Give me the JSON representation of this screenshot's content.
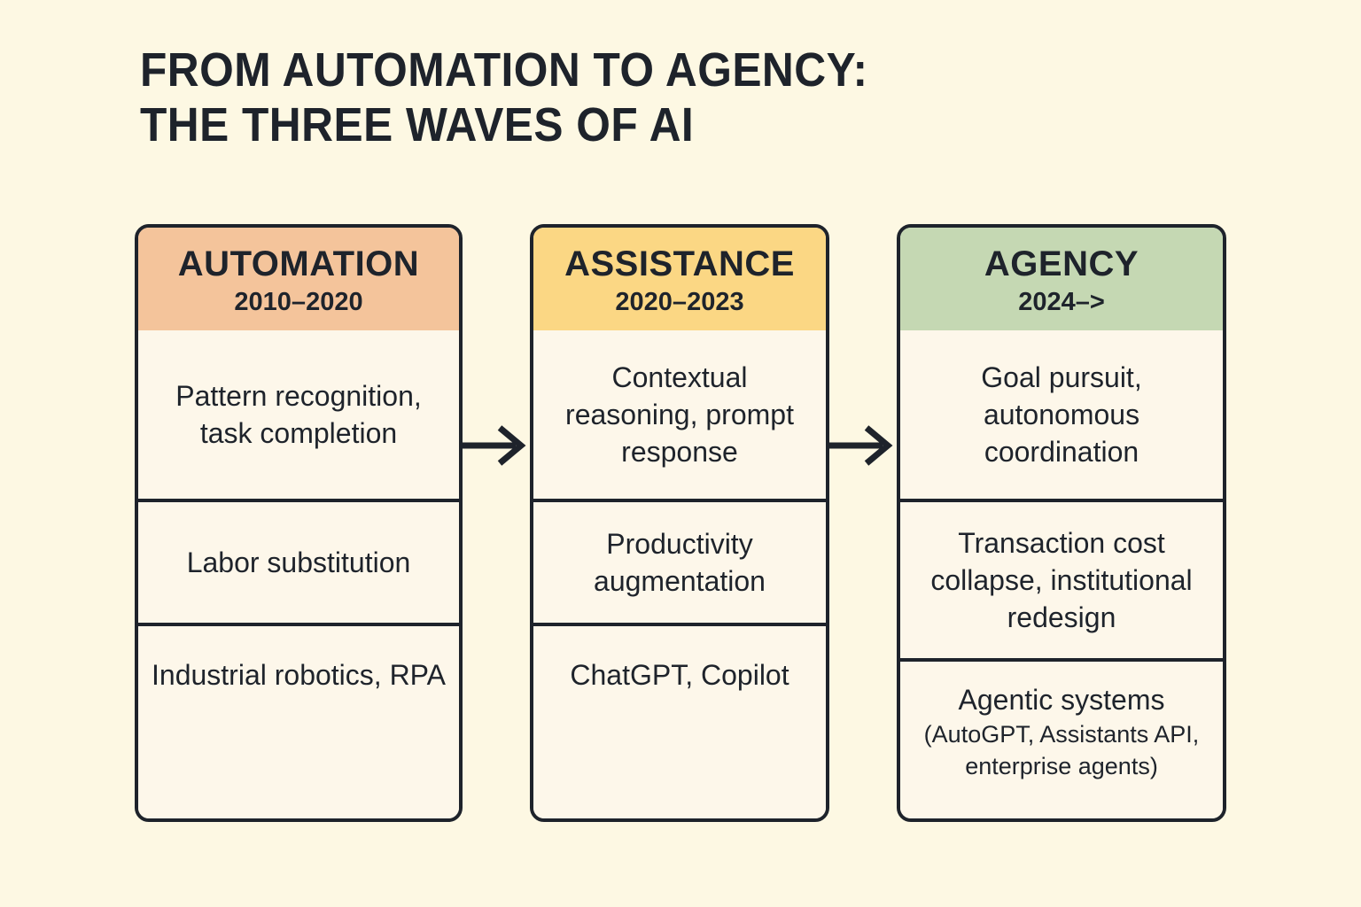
{
  "title": {
    "line1": "FROM AUTOMATION TO AGENCY:",
    "line2": "THE THREE WAVES OF AI"
  },
  "colors": {
    "page_background": "#FDF8E3",
    "card_background": "#FDF7EA",
    "ink": "#1E232B",
    "wave1_header": "#F4C49B",
    "wave2_header": "#FBD784",
    "wave3_header": "#C5D8B3"
  },
  "diagram": {
    "type": "three-stage-flow",
    "connector_icon": "arrow-right-icon",
    "stages": [
      {
        "id": "automation",
        "name": "AUTOMATION",
        "period": "2010–2020",
        "header_color": "#F4C49B",
        "rows": [
          {
            "text": "Pattern recognition, task completion"
          },
          {
            "text": "Labor substitution"
          },
          {
            "text": "Industrial robotics, RPA"
          }
        ]
      },
      {
        "id": "assistance",
        "name": "ASSISTANCE",
        "period": "2020–2023",
        "header_color": "#FBD784",
        "rows": [
          {
            "text": "Contextual reasoning, prompt response"
          },
          {
            "text": "Productivity augmentation"
          },
          {
            "text": "ChatGPT, Copilot"
          }
        ]
      },
      {
        "id": "agency",
        "name": "AGENCY",
        "period": "2024–>",
        "header_color": "#C5D8B3",
        "rows": [
          {
            "text": "Goal pursuit, autonomous coordination"
          },
          {
            "text": "Transaction cost collapse, institutional redesign"
          },
          {
            "text": "Agentic systems",
            "sub": "(AutoGPT, Assistants API, enterprise agents)"
          }
        ]
      }
    ]
  }
}
